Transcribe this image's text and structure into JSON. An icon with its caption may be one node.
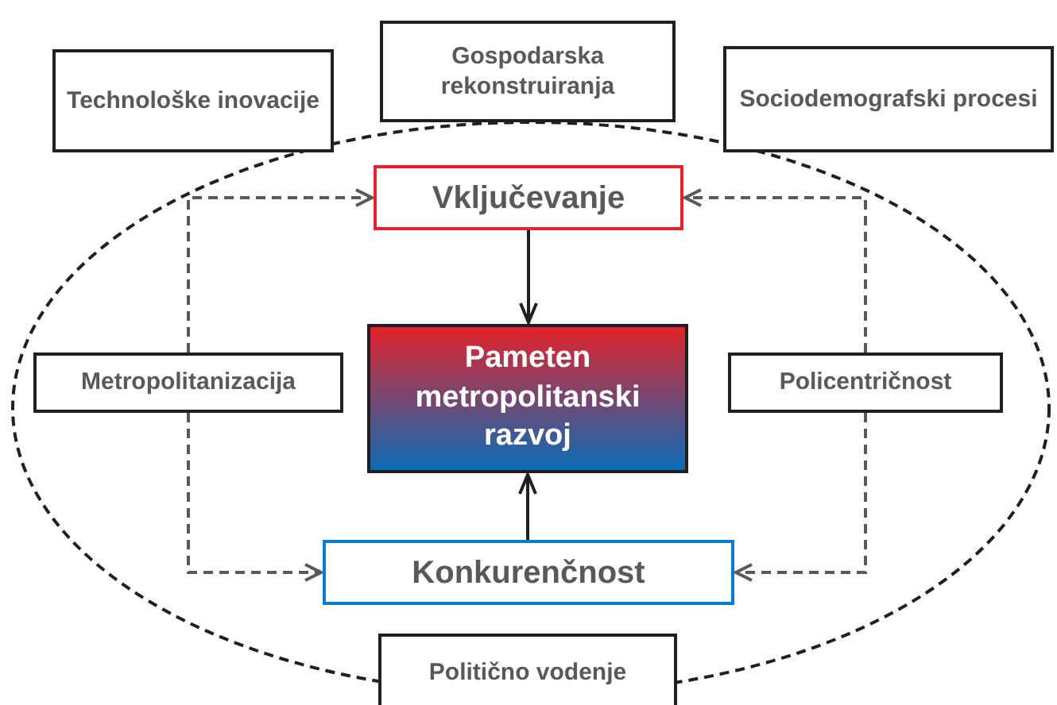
{
  "diagram": {
    "nodes": [
      {
        "text": [
          "Technološke inovacije"
        ]
      },
      {
        "text": [
          "Gospodarska rekonstruiranja"
        ]
      },
      {
        "text": [
          "Sociodemografski procesi"
        ]
      },
      {
        "text": [
          "Vključevanje"
        ]
      },
      {
        "text": [
          "Metropolitanizacija"
        ]
      },
      {
        "text": [
          "Pameten metropolitanski razvoj"
        ]
      },
      {
        "text": [
          "Policentričnost"
        ]
      },
      {
        "text": [
          "Konkurenčnost"
        ]
      },
      {
        "text": [
          "Politično vodenje"
        ]
      }
    ],
    "edges": [
      {
        "from": 3,
        "to": 5,
        "arrow": "to",
        "color": "#231f20"
      },
      {
        "from": 7,
        "to": 5,
        "arrow": "to",
        "color": "#231f20"
      },
      {
        "from": 4,
        "to": 3,
        "arrow": "to",
        "style": "dashed"
      },
      {
        "from": 4,
        "to": 7,
        "arrow": "to",
        "style": "dashed"
      },
      {
        "from": 6,
        "to": 3,
        "arrow": "to",
        "style": "dashed"
      },
      {
        "from": 6,
        "to": 7,
        "arrow": "to",
        "style": "dashed"
      }
    ]
  }
}
